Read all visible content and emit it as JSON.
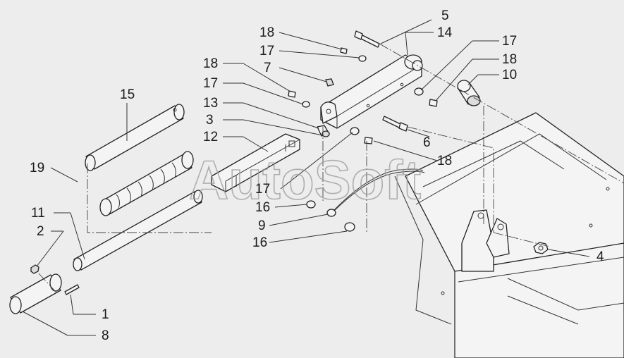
{
  "watermark": "AutoSoft",
  "callouts": {
    "c5": "5",
    "c14": "14",
    "c18a": "18",
    "c17a": "17",
    "c7": "7",
    "c17b": "17",
    "c18b": "18",
    "c10": "10",
    "c18c": "18",
    "c17c": "17",
    "c13": "13",
    "c3": "3",
    "c12": "12",
    "c15": "15",
    "c19": "19",
    "c6": "6",
    "c18d": "18",
    "c17d": "17",
    "c16a": "16",
    "c11": "11",
    "c2": "2",
    "c9": "9",
    "c16b": "16",
    "c4": "4",
    "c1": "1",
    "c8": "8"
  },
  "colors": {
    "background": "#ededed",
    "line": "#222222",
    "watermark": "#9a9a9a"
  }
}
